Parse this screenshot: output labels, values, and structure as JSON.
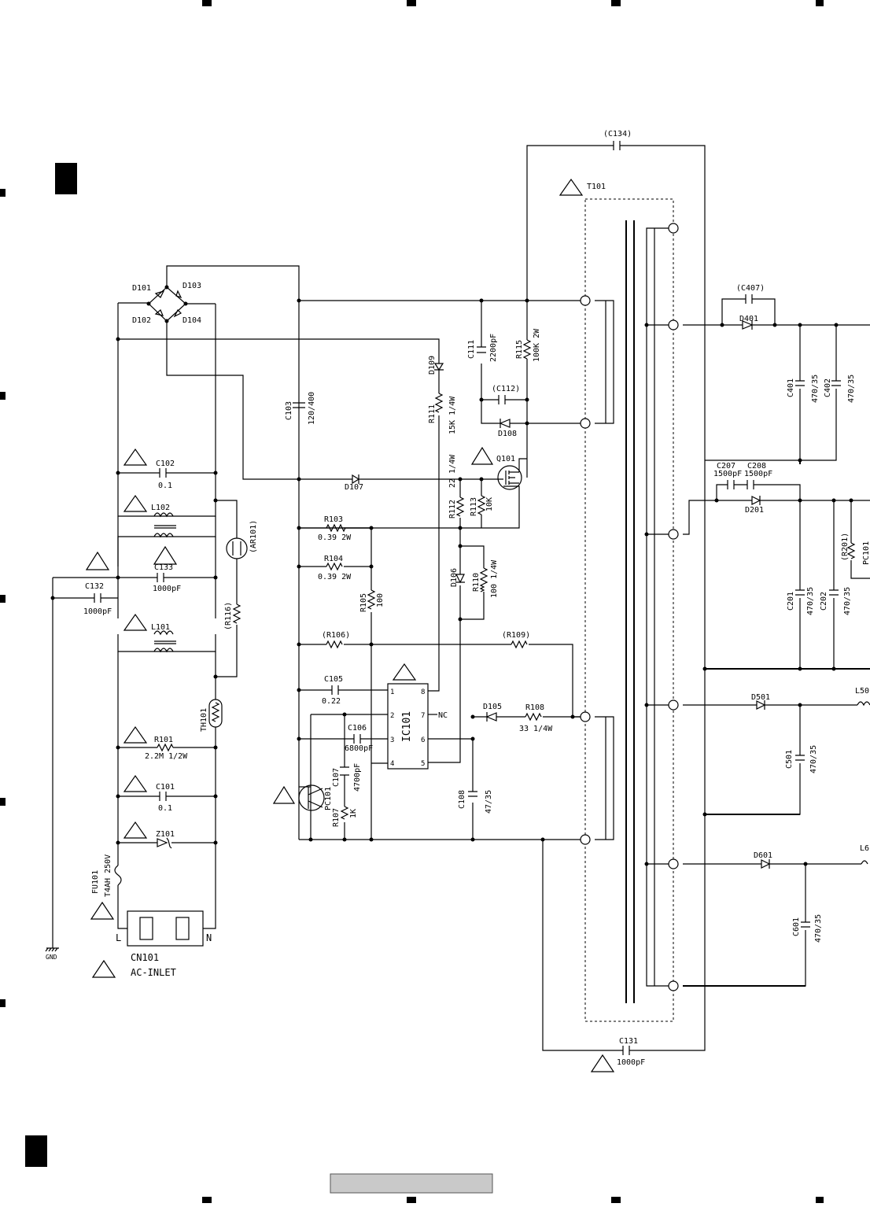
{
  "diagram": {
    "title": "",
    "transformer": "T101",
    "ic": {
      "ref": "IC101",
      "pins": [
        "1",
        "2",
        "3",
        "4",
        "5",
        "6",
        "7",
        "8"
      ],
      "nc": "NC"
    },
    "connector": {
      "ref": "CN101",
      "desc": "AC-INLET",
      "l": "L",
      "n": "N"
    },
    "gnd": "GND",
    "labels": [
      {
        "id": "C134",
        "t": "(C134)"
      },
      {
        "id": "T101",
        "t": "T101"
      },
      {
        "id": "C407",
        "t": "(C407)"
      },
      {
        "id": "D401",
        "t": "D401"
      },
      {
        "id": "D101",
        "t": "D101"
      },
      {
        "id": "D103",
        "t": "D103"
      },
      {
        "id": "D102",
        "t": "D102"
      },
      {
        "id": "D104",
        "t": "D104"
      },
      {
        "id": "C111",
        "t": "C111"
      },
      {
        "id": "C111v",
        "t": "2200pF"
      },
      {
        "id": "R115",
        "t": "R115"
      },
      {
        "id": "R115v",
        "t": "100K 2W"
      },
      {
        "id": "D109",
        "t": "D109"
      },
      {
        "id": "C401",
        "t": "C401"
      },
      {
        "id": "C401v",
        "t": "470/35"
      },
      {
        "id": "C402",
        "t": "C402"
      },
      {
        "id": "C402v",
        "t": "470/35"
      },
      {
        "id": "C103",
        "t": "C103"
      },
      {
        "id": "C103v",
        "t": "120/400"
      },
      {
        "id": "R111",
        "t": "R111"
      },
      {
        "id": "R111v",
        "t": "15K 1/4W"
      },
      {
        "id": "C112",
        "t": "(C112)"
      },
      {
        "id": "D108",
        "t": "D108"
      },
      {
        "id": "Q101",
        "t": "Q101"
      },
      {
        "id": "C207",
        "t": "C207"
      },
      {
        "id": "C207v",
        "t": "1500pF"
      },
      {
        "id": "C208",
        "t": "C208"
      },
      {
        "id": "C208v",
        "t": "1500pF"
      },
      {
        "id": "C102",
        "t": "C102"
      },
      {
        "id": "C102v",
        "t": "0.1"
      },
      {
        "id": "D107",
        "t": "D107"
      },
      {
        "id": "R112",
        "t": "R112"
      },
      {
        "id": "R112v",
        "t": "22 1/4W"
      },
      {
        "id": "R113",
        "t": "R113"
      },
      {
        "id": "R113v",
        "t": "10K"
      },
      {
        "id": "D201",
        "t": "D201"
      },
      {
        "id": "L102",
        "t": "L102"
      },
      {
        "id": "R103",
        "t": "R103"
      },
      {
        "id": "R103v",
        "t": "0.39 2W"
      },
      {
        "id": "AR101",
        "t": "(AR101)"
      },
      {
        "id": "R201",
        "t": "(R201)"
      },
      {
        "id": "PC101b",
        "t": "PC101"
      },
      {
        "id": "C133",
        "t": "C133"
      },
      {
        "id": "C133v",
        "t": "1000pF"
      },
      {
        "id": "R104",
        "t": "R104"
      },
      {
        "id": "R104v",
        "t": "0.39 2W"
      },
      {
        "id": "D106",
        "t": "D106"
      },
      {
        "id": "R110",
        "t": "R110"
      },
      {
        "id": "R110v",
        "t": "100 1/4W"
      },
      {
        "id": "C132",
        "t": "C132"
      },
      {
        "id": "C132v",
        "t": "1000pF"
      },
      {
        "id": "C201",
        "t": "C201"
      },
      {
        "id": "C201v",
        "t": "470/35"
      },
      {
        "id": "C202",
        "t": "C202"
      },
      {
        "id": "C202v",
        "t": "470/35"
      },
      {
        "id": "R105",
        "t": "R105"
      },
      {
        "id": "R105v",
        "t": "100"
      },
      {
        "id": "R116",
        "t": "(R116)"
      },
      {
        "id": "L101",
        "t": "L101"
      },
      {
        "id": "R106",
        "t": "(R106)"
      },
      {
        "id": "R109",
        "t": "(R109)"
      },
      {
        "id": "C105",
        "t": "C105"
      },
      {
        "id": "C105v",
        "t": "0.22"
      },
      {
        "id": "D501",
        "t": "D501"
      },
      {
        "id": "L50",
        "t": "L50"
      },
      {
        "id": "D105",
        "t": "D105"
      },
      {
        "id": "R108",
        "t": "R108"
      },
      {
        "id": "R108v",
        "t": "33 1/4W"
      },
      {
        "id": "TH101",
        "t": "TH101"
      },
      {
        "id": "C106",
        "t": "C106"
      },
      {
        "id": "C106v",
        "t": "6800pF"
      },
      {
        "id": "R101",
        "t": "R101"
      },
      {
        "id": "R101v",
        "t": "2.2M 1/2W"
      },
      {
        "id": "C501",
        "t": "C501"
      },
      {
        "id": "C501v",
        "t": "470/35"
      },
      {
        "id": "C107",
        "t": "C107"
      },
      {
        "id": "C107v",
        "t": "4700pF"
      },
      {
        "id": "C101",
        "t": "C101"
      },
      {
        "id": "C101v",
        "t": "0.1"
      },
      {
        "id": "PC101",
        "t": "PC101"
      },
      {
        "id": "R107",
        "t": "R107"
      },
      {
        "id": "R107v",
        "t": "1K"
      },
      {
        "id": "C108",
        "t": "C108"
      },
      {
        "id": "C108v",
        "t": "47/35"
      },
      {
        "id": "Z101",
        "t": "Z101"
      },
      {
        "id": "D601",
        "t": "D601"
      },
      {
        "id": "L6",
        "t": "L6"
      },
      {
        "id": "FU101",
        "t": "FU101"
      },
      {
        "id": "FU101v",
        "t": "T4AH 250V"
      },
      {
        "id": "C601",
        "t": "C601"
      },
      {
        "id": "C601v",
        "t": "470/35"
      },
      {
        "id": "C131",
        "t": "C131"
      },
      {
        "id": "C131v",
        "t": "1000pF"
      }
    ]
  }
}
